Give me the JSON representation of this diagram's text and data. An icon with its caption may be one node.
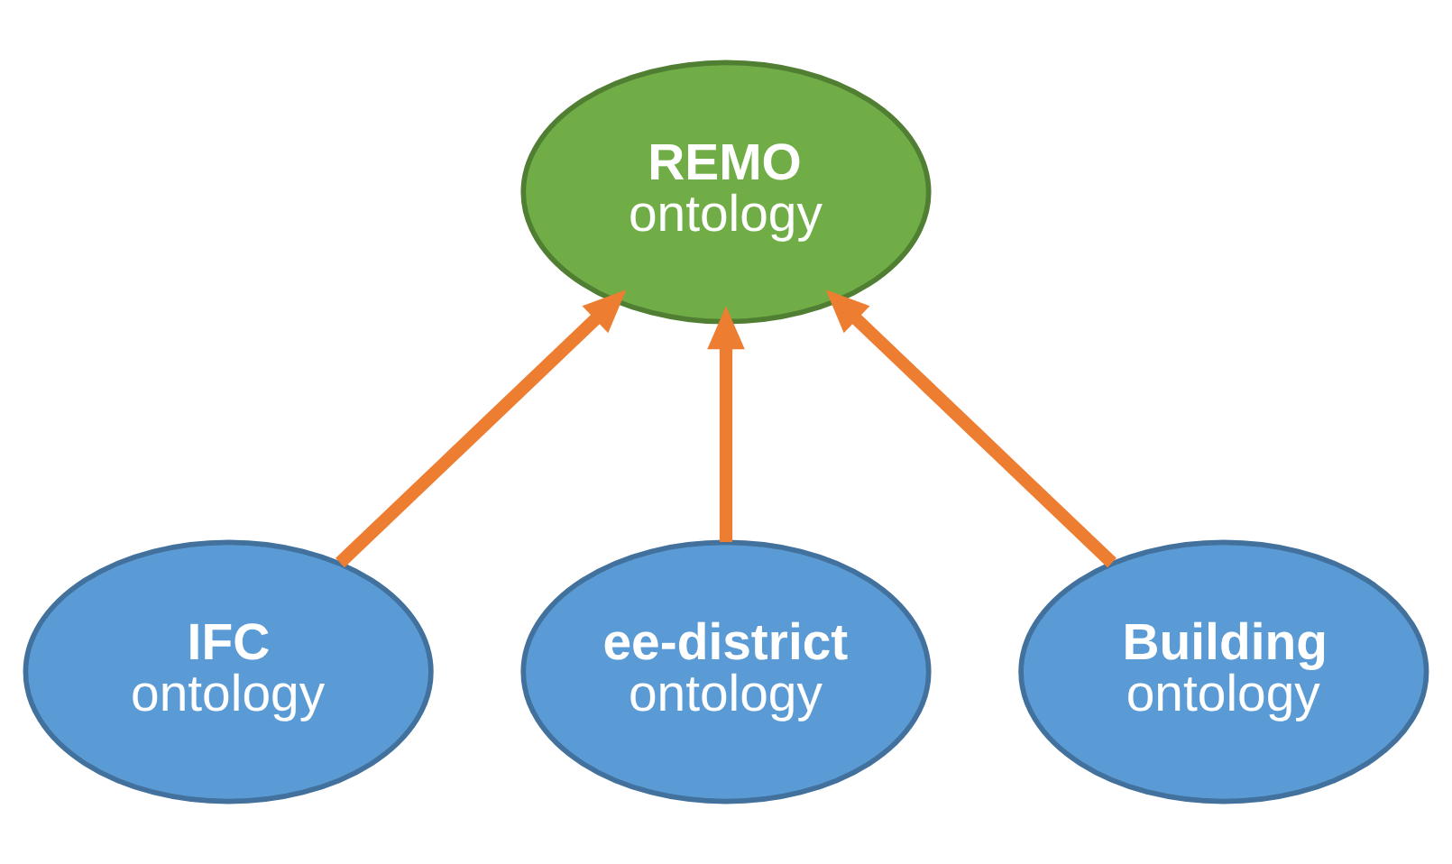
{
  "diagram": {
    "nodes": [
      {
        "text": [
          "REMO",
          "ontology"
        ]
      },
      {
        "text": [
          "IFC",
          "ontology"
        ]
      },
      {
        "text": [
          "ee-district",
          "ontology"
        ]
      },
      {
        "text": [
          "Building",
          "ontology"
        ]
      }
    ],
    "edges": [
      {
        "from": 1,
        "to": 0,
        "arrow": "to"
      },
      {
        "from": 2,
        "to": 0,
        "arrow": "to"
      },
      {
        "from": 3,
        "to": 0,
        "arrow": "to"
      }
    ]
  }
}
